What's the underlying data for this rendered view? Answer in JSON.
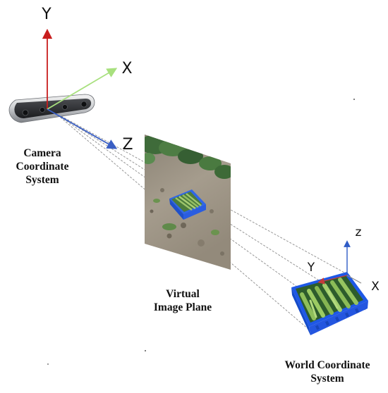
{
  "camera_axes": {
    "x": "X",
    "y": "Y",
    "z": "Z"
  },
  "world_axes": {
    "x": "X",
    "y": "Y",
    "z": "z"
  },
  "labels": {
    "camera": [
      "Camera",
      "Coordinate",
      "System"
    ],
    "virtual": [
      "Virtual",
      "Image Plane"
    ],
    "world": [
      "World Coordinate",
      "System"
    ]
  },
  "colors": {
    "x_axis": "#a8e07e",
    "y_axis": "#c81e1e",
    "z_axis": "#3a5fc4",
    "world_x": "#c43b3b",
    "world_z": "#2f5cc6",
    "crate": "#1e58e6",
    "projection_lines": "#8c8c8c"
  }
}
